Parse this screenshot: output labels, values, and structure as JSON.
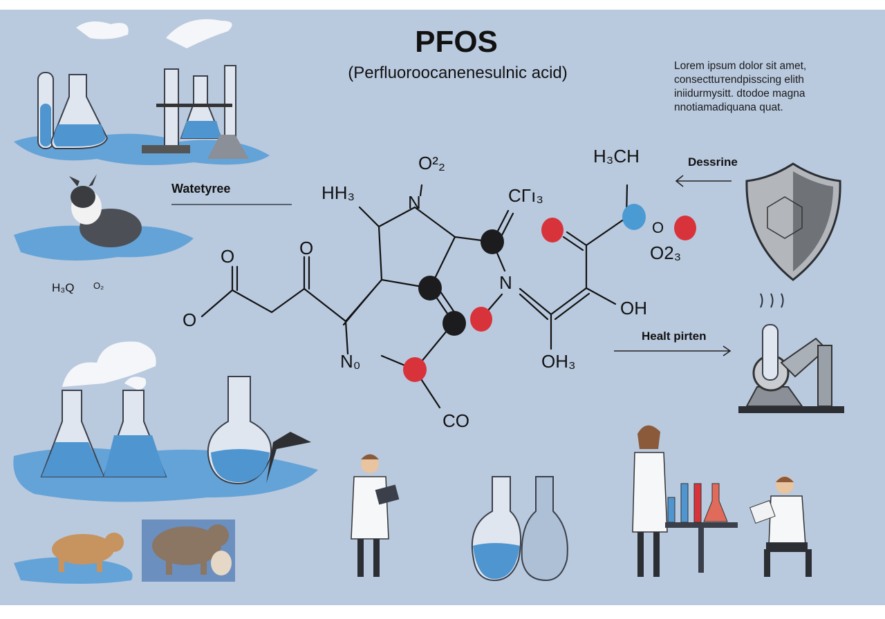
{
  "title": "PFOS",
  "subtitle": "(Perfluoroocanenesulnic acid)",
  "description_lines": [
    "Lorem ipsum dolor sit amet,",
    "consecttuтеndpisscing elith",
    "iniidurmysitt. dtodoe magna",
    "nnotiamadiquana quat."
  ],
  "labels": {
    "water": "Watetyree",
    "h3q": "H₃Q",
    "o2_small": "O₂",
    "dessrine": "Dessrine",
    "health": "Healt pirten"
  },
  "molecule_labels": {
    "o2_top": "O²₂",
    "hh3": "HH₃",
    "n_top": "N",
    "ch3": "CΓı₃",
    "h3ch": "H₃CH",
    "o_left1": "O",
    "o_left2": "O",
    "o_bottom_left": "O",
    "n_mid": "N",
    "oh": "OH",
    "oh3": "OH₃",
    "no": "N₀",
    "co": "CO",
    "o_right": "O",
    "o23": "O2₃"
  },
  "colors": {
    "background": "#b9c9de",
    "oxygen_atom": "#d8333a",
    "carbon_atom": "#1c1c1e",
    "nitrogen_atom": "#4a9ad4",
    "water": "#4f95cf"
  }
}
